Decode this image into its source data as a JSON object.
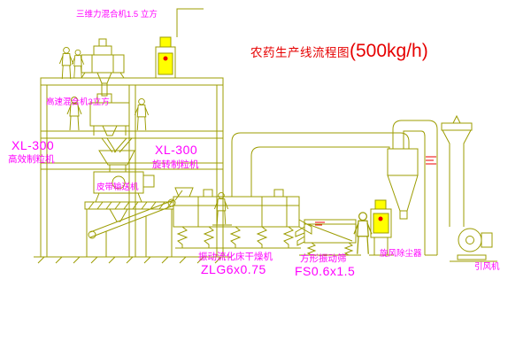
{
  "diagram": {
    "title_main": "农药生产线流程图",
    "title_capacity": "(500kg/h)"
  },
  "labels": {
    "mixer3d": "三维力混合机1.5 立方",
    "high_speed_mixer": "高速混合机3立方",
    "granulator_left_model": "XL-300",
    "granulator_left_name": "高效制粒机",
    "granulator_mid_model": "XL-300",
    "granulator_mid_name": "旋转制粒机",
    "belt_conveyor": "皮带输送机",
    "dryer_name": "振动流化床干燥机",
    "dryer_model": "ZLG6x0.75",
    "sieve_name": "方形振动筛",
    "sieve_model": "FS0.6x1.5",
    "cyclone": "旋风除尘器",
    "fan": "引风机"
  },
  "colors": {
    "line": "#9c9c00",
    "label_text": "#ff00ff",
    "title_text": "#e60000",
    "panel_fill": "#ffff00",
    "indicator_red": "#ee0000",
    "background": "#ffffff"
  }
}
